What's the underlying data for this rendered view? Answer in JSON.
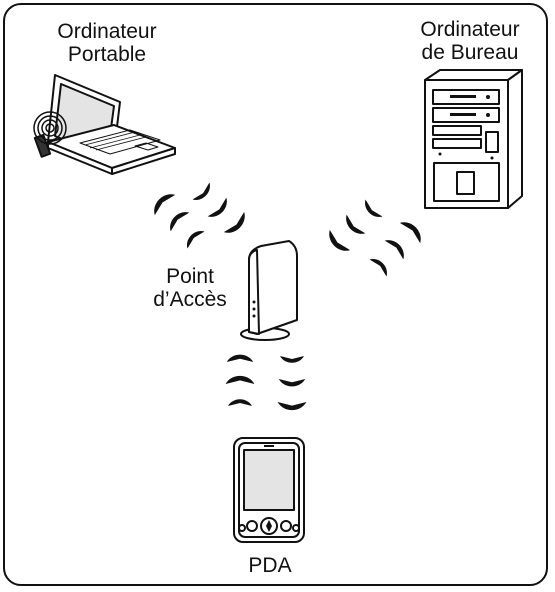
{
  "labels": {
    "laptop_line1": "Ordinateur",
    "laptop_line2": "Portable",
    "desktop_line1": "Ordinateur",
    "desktop_line2": "de Bureau",
    "ap_line1": "Point",
    "ap_line2": "d’Accès",
    "pda": "PDA"
  },
  "icons": {
    "laptop": "laptop-icon",
    "desktop": "desktop-tower-icon",
    "access_point": "access-point-icon",
    "pda": "pda-icon",
    "signal": "wireless-signal-icon"
  },
  "colors": {
    "line": "#111111",
    "screen": "#e4e4e4",
    "background": "#ffffff"
  }
}
